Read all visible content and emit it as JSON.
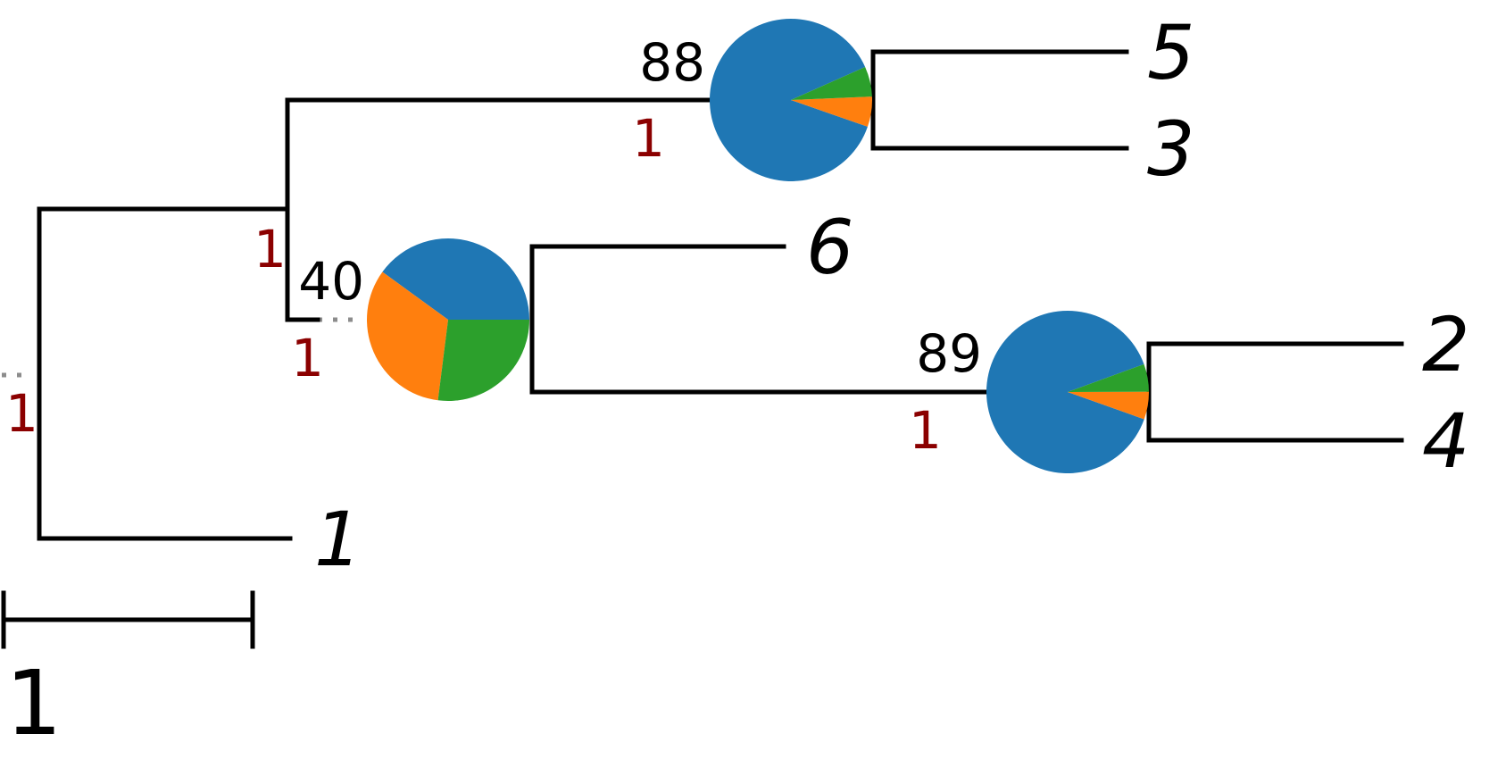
{
  "tree": {
    "leaves": [
      {
        "id": "leaf-5",
        "label": "5"
      },
      {
        "id": "leaf-3",
        "label": "3"
      },
      {
        "id": "leaf-6",
        "label": "6"
      },
      {
        "id": "leaf-2",
        "label": "2"
      },
      {
        "id": "leaf-4",
        "label": "4"
      },
      {
        "id": "leaf-1",
        "label": "1"
      }
    ],
    "internal_nodes": [
      {
        "id": "node-88",
        "support": "88",
        "branch_length": "1",
        "pie": [
          {
            "color": "#1f77b4",
            "fraction": 0.88
          },
          {
            "color": "#ff7f0e",
            "fraction": 0.06
          },
          {
            "color": "#2ca02c",
            "fraction": 0.06
          }
        ]
      },
      {
        "id": "node-40",
        "support": "40",
        "branch_length": "1",
        "pie": [
          {
            "color": "#1f77b4",
            "fraction": 0.4
          },
          {
            "color": "#ff7f0e",
            "fraction": 0.33
          },
          {
            "color": "#2ca02c",
            "fraction": 0.27
          }
        ]
      },
      {
        "id": "node-89",
        "support": "89",
        "branch_length": "1",
        "pie": [
          {
            "color": "#1f77b4",
            "fraction": 0.89
          },
          {
            "color": "#ff7f0e",
            "fraction": 0.055
          },
          {
            "color": "#2ca02c",
            "fraction": 0.055
          }
        ]
      }
    ],
    "other_branch_lengths": [
      {
        "id": "root-branch",
        "value": "1"
      },
      {
        "id": "upper-clade-branch",
        "value": "1"
      }
    ],
    "scale_bar": {
      "label": "1"
    },
    "colors": {
      "branch": "#000000",
      "branch_length_label": "#8b0000",
      "dotted_extension": "#8c8c8c",
      "pie_blue": "#1f77b4",
      "pie_orange": "#ff7f0e",
      "pie_green": "#2ca02c"
    }
  }
}
